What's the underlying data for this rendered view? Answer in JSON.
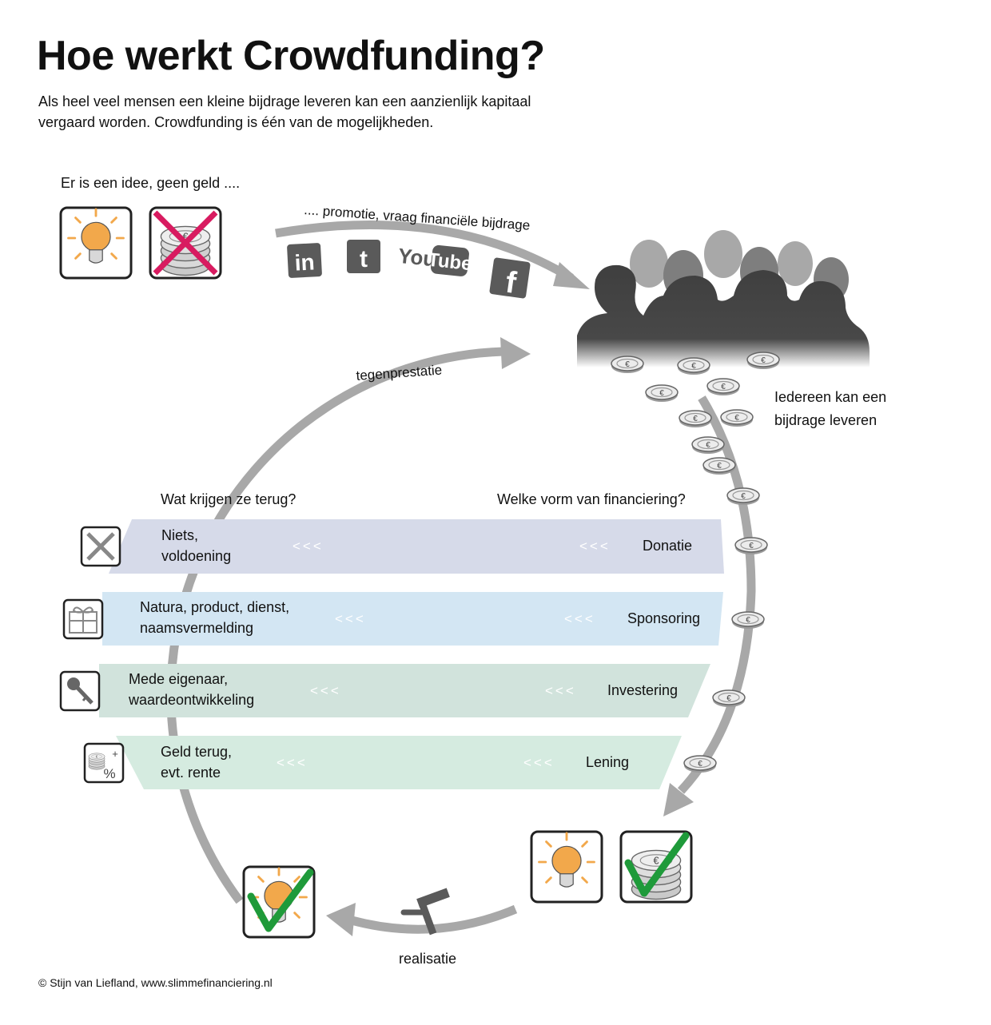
{
  "title": "Hoe werkt Crowdfunding?",
  "subtitle": "Als heel veel mensen een kleine bijdrage leveren kan een aanzienlijk kapitaal vergaard worden. Crowdfunding is één van de mogelijkheden.",
  "start": {
    "label": "Er is een idee, geen geld ...."
  },
  "promotion": {
    "label": ".... promotie, vraag financiële bijdrage",
    "social": {
      "linkedin": "in",
      "twitter": "t",
      "youtube_a": "You",
      "youtube_b": "Tube",
      "facebook": "f"
    }
  },
  "crowd": {
    "label_line1": "Iedereen kan een",
    "label_line2": "bijdrage leveren"
  },
  "return_flow": {
    "label": "tegenprestatie"
  },
  "table": {
    "header_left": "Wat krijgen ze terug?",
    "header_right": "Welke vorm van financiering?",
    "arrows": "<<<",
    "rows": [
      {
        "left_line1": "Niets,",
        "left_line2": "voldoening",
        "right": "Donatie",
        "color": "#d6dae9"
      },
      {
        "left_line1": "Natura,  product, dienst,",
        "left_line2": "naamsvermelding",
        "right": "Sponsoring",
        "color": "#d3e6f3"
      },
      {
        "left_line1": "Mede eigenaar,",
        "left_line2": "waardeontwikkeling",
        "right": "Investering",
        "color": "#d1e3dc"
      },
      {
        "left_line1": "Geld terug,",
        "left_line2": "evt. rente",
        "right": "Lening",
        "color": "#d5ebe0"
      }
    ],
    "percent_icon": {
      "plus": "+",
      "percent": "%"
    }
  },
  "realisation": {
    "label": "realisatie"
  },
  "copyright": "© Stijn van Liefland, www.slimmefinanciering.nl",
  "colors": {
    "cross": "#d81b60",
    "check": "#1f9a3a",
    "bulb": "#f2a84b",
    "arrow": "#a8a8a8",
    "crowd": "#4a4a4a"
  }
}
